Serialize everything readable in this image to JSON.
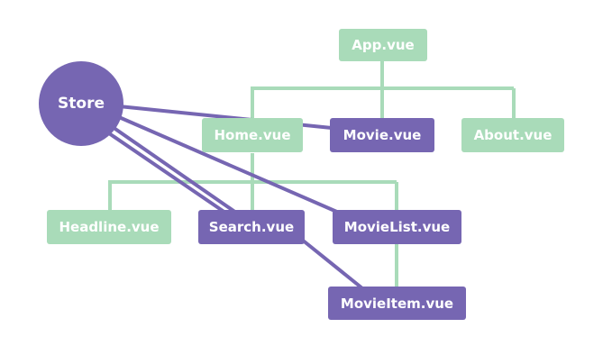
{
  "colors": {
    "component": "#a9dbb9",
    "connected_component": "#7666b2",
    "store": "#7666b2",
    "tree_line": "#a9dbb9",
    "store_line": "#7666b2"
  },
  "nodes": {
    "store": "Store",
    "app": "App.vue",
    "home": "Home.vue",
    "movie": "Movie.vue",
    "about": "About.vue",
    "headline": "Headline.vue",
    "search": "Search.vue",
    "movielist": "MovieList.vue",
    "movieitem": "MovieItem.vue"
  }
}
